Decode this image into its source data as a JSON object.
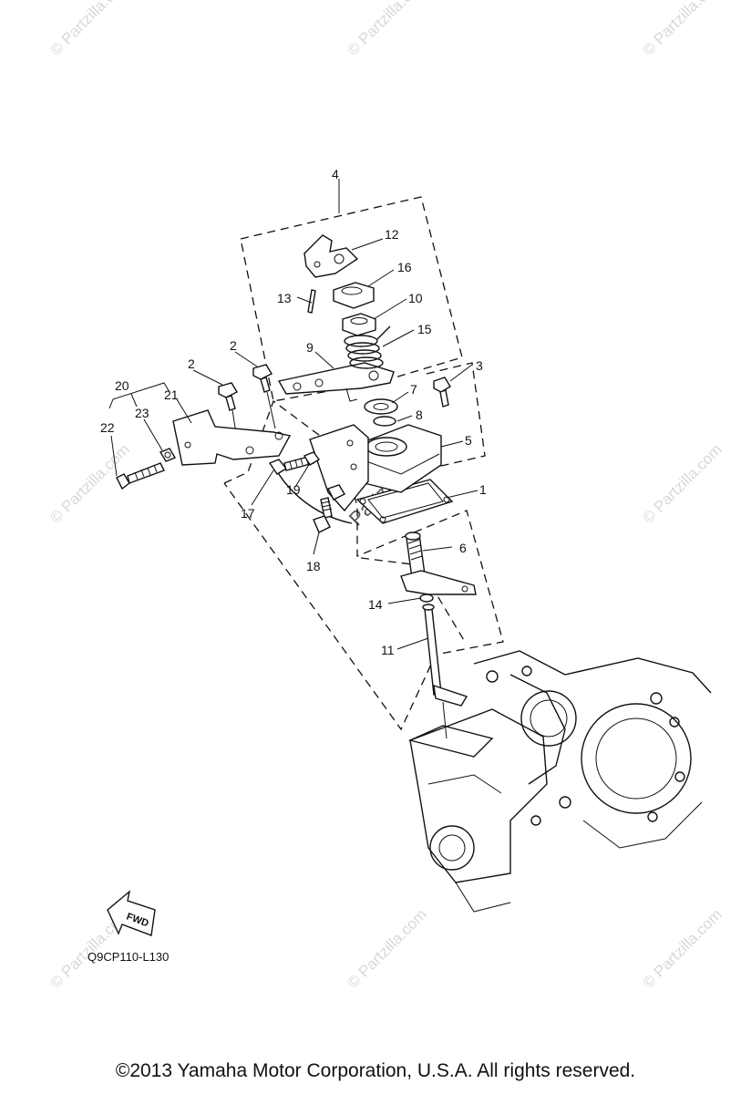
{
  "diagram": {
    "drawing_code": "Q9CP110-L130",
    "copyright": "©2013  Yamaha Motor Corporation, U.S.A. All rights reserved.",
    "forward_label": "FWD",
    "watermark": "© Partzilla.com",
    "center_watermark": "Partzilla.com",
    "callouts": [
      {
        "id": "c1",
        "label": "1"
      },
      {
        "id": "c2a",
        "label": "2"
      },
      {
        "id": "c2b",
        "label": "2"
      },
      {
        "id": "c3",
        "label": "3"
      },
      {
        "id": "c4",
        "label": "4"
      },
      {
        "id": "c5",
        "label": "5"
      },
      {
        "id": "c6",
        "label": "6"
      },
      {
        "id": "c7",
        "label": "7"
      },
      {
        "id": "c8",
        "label": "8"
      },
      {
        "id": "c9",
        "label": "9"
      },
      {
        "id": "c10",
        "label": "10"
      },
      {
        "id": "c11",
        "label": "11"
      },
      {
        "id": "c12",
        "label": "12"
      },
      {
        "id": "c13",
        "label": "13"
      },
      {
        "id": "c14",
        "label": "14"
      },
      {
        "id": "c15",
        "label": "15"
      },
      {
        "id": "c16",
        "label": "16"
      },
      {
        "id": "c17",
        "label": "17"
      },
      {
        "id": "c18",
        "label": "18"
      },
      {
        "id": "c19",
        "label": "19"
      },
      {
        "id": "c20",
        "label": "20"
      },
      {
        "id": "c21",
        "label": "21"
      },
      {
        "id": "c22",
        "label": "22"
      },
      {
        "id": "c23",
        "label": "23"
      }
    ]
  }
}
